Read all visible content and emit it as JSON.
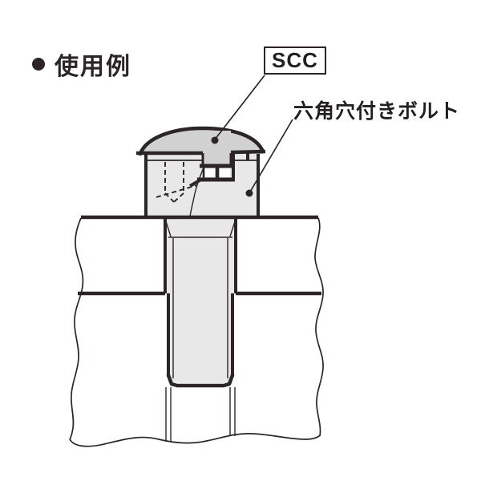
{
  "header": {
    "bullet_icon": "filled-circle",
    "title": "使用例"
  },
  "callouts": {
    "cap_label": "SCC",
    "bolt_label": "六角穴付きボルト"
  },
  "colors": {
    "ink": "#2b2527",
    "cap_fill": "#d1d1d1",
    "plug_fill": "#d1d1d1",
    "bolt_fill": "#e8e8e8",
    "gap_fill": "#ffffff",
    "background": "#ffffff"
  }
}
